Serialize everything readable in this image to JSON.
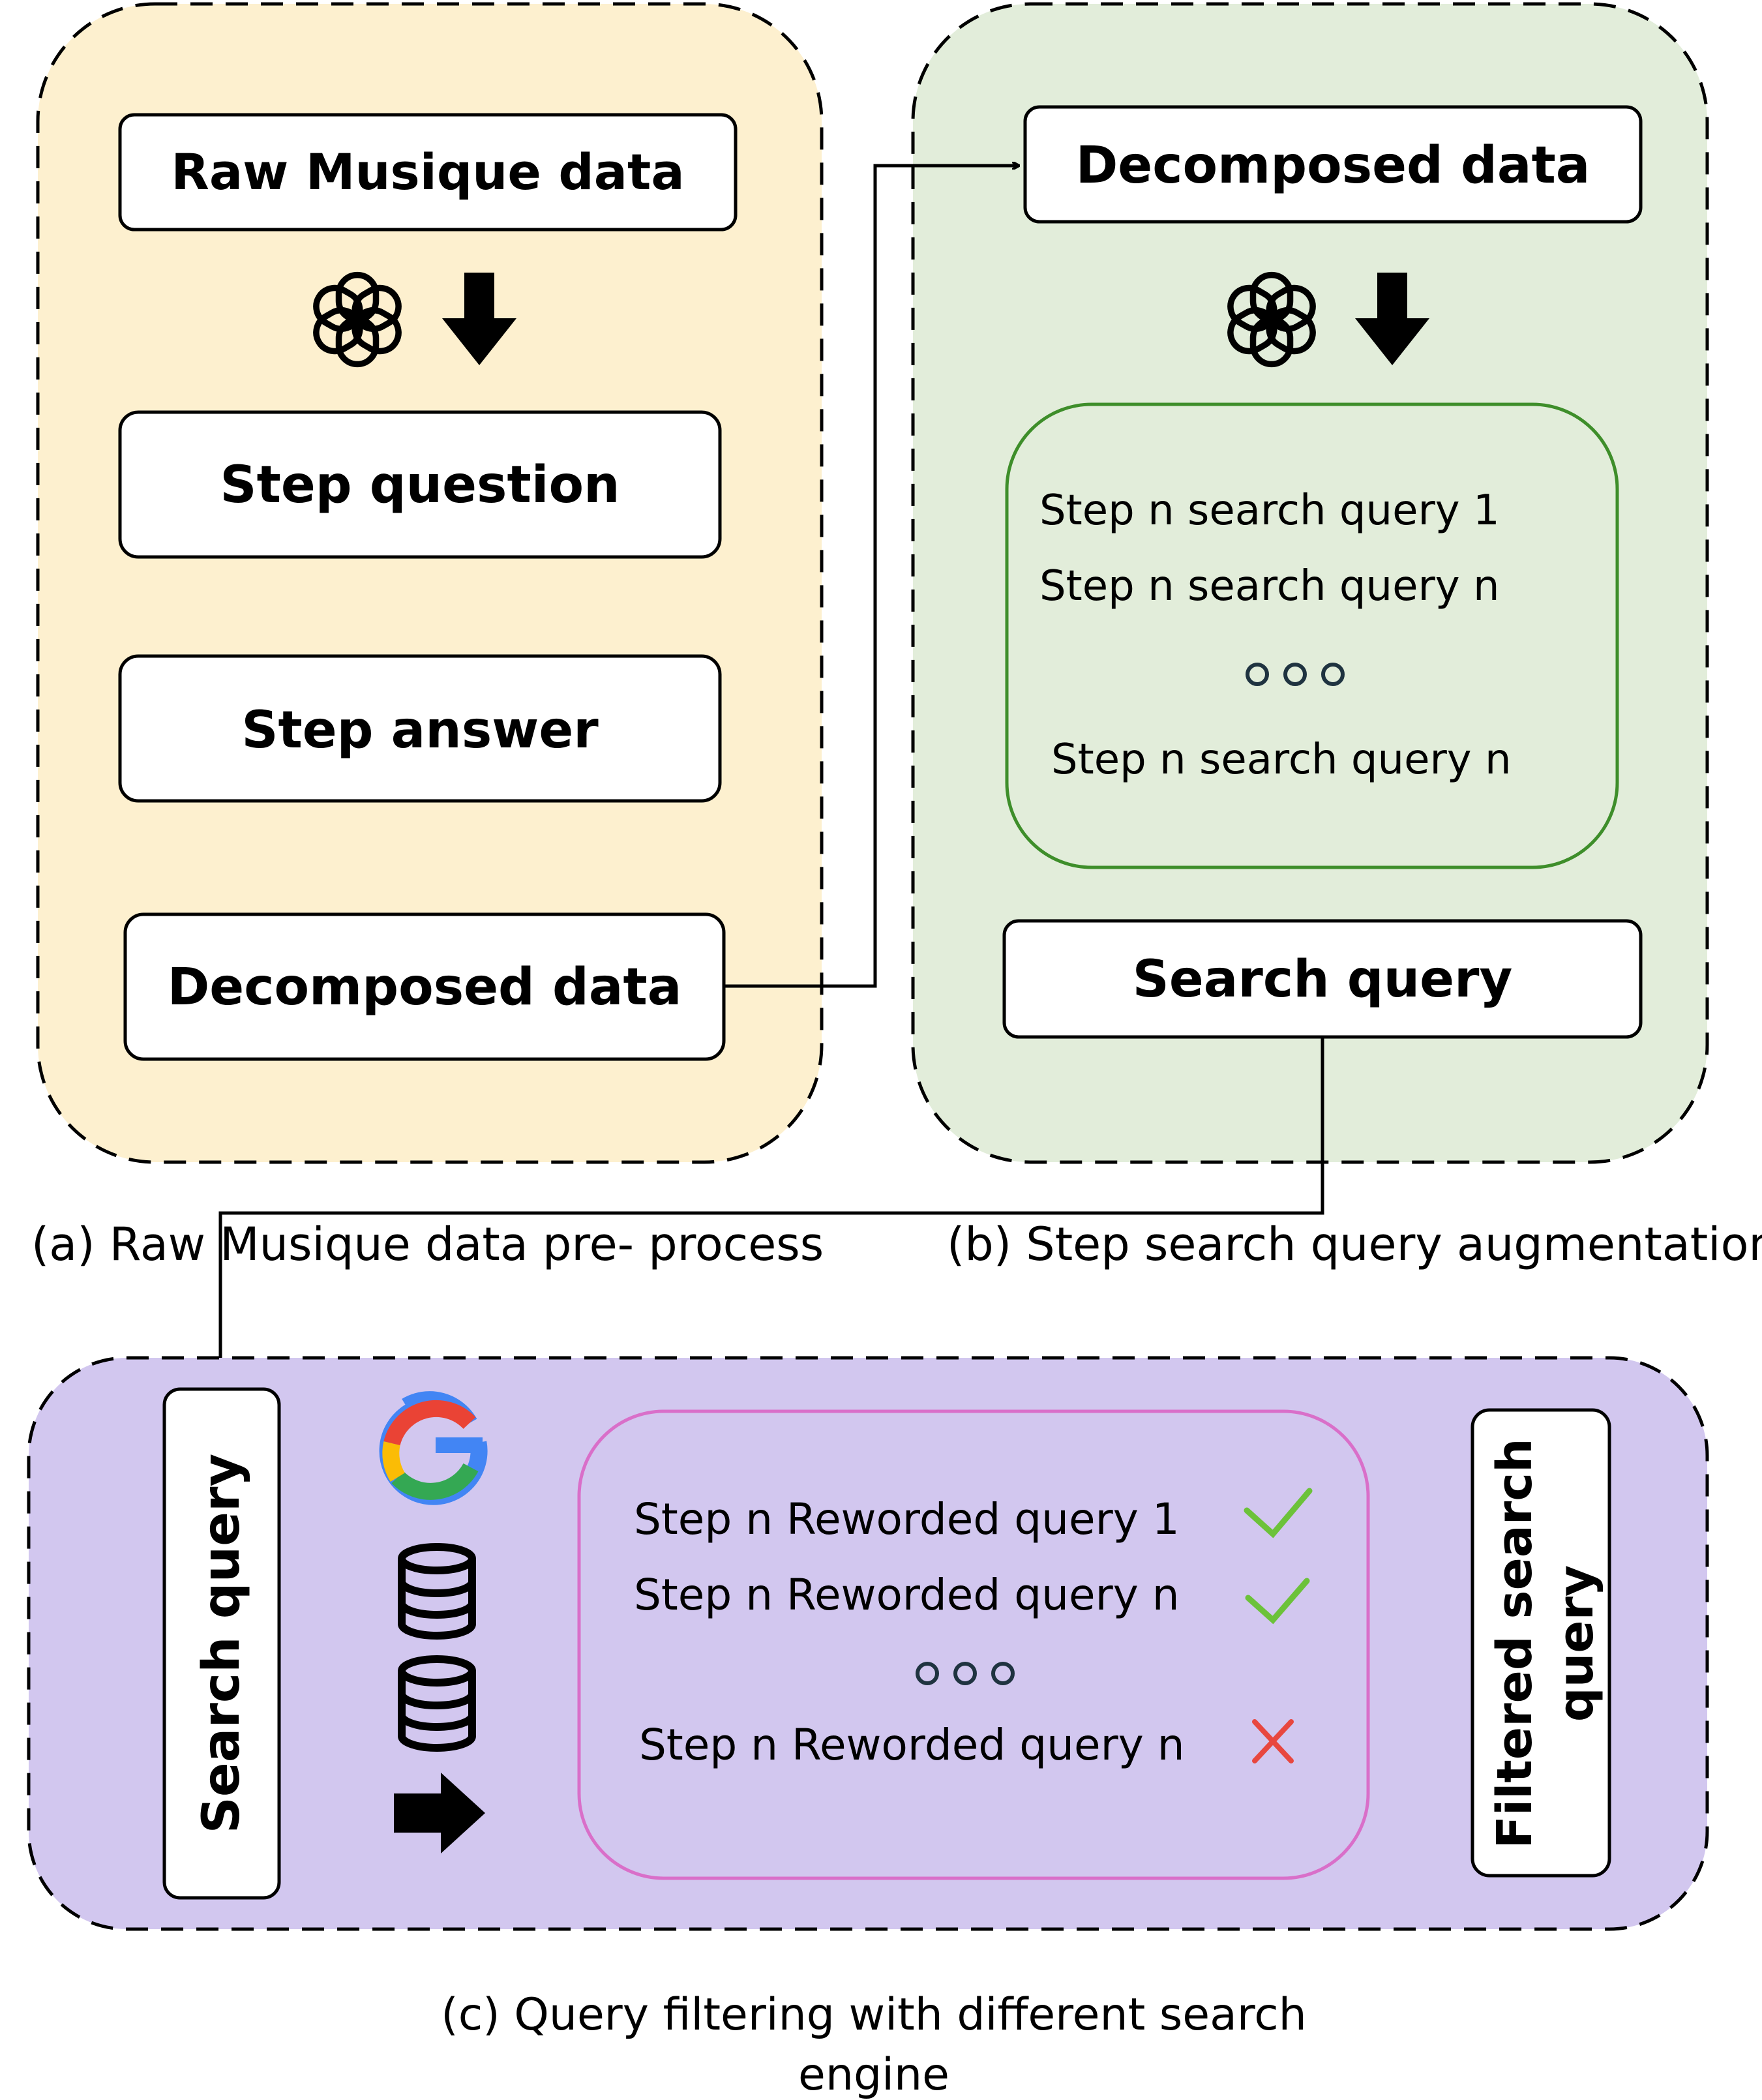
{
  "panel_a": {
    "caption": "(a) Raw Musique data pre- process",
    "box_raw": "Raw Musique data",
    "box_step_question": "Step question",
    "box_step_answer": "Step answer",
    "box_decomposed": "Decomposed data"
  },
  "panel_b": {
    "caption": "(b) Step search query augmentation",
    "box_decomposed": "Decomposed data",
    "queries": [
      "Step n search query 1",
      "Step n search query n",
      "Step n search query n"
    ],
    "box_search_query": "Search query"
  },
  "panel_c": {
    "caption_line1": "(c) Query filtering with different search",
    "caption_line2": "engine",
    "box_search_query": "Search query",
    "reworded": [
      {
        "text": "Step n Reworded query 1",
        "status": "check"
      },
      {
        "text": "Step n Reworded query n",
        "status": "check"
      },
      {
        "text": "Step n Reworded query n",
        "status": "cross"
      }
    ],
    "box_filtered_line1": "Filtered search",
    "box_filtered_line2": "query"
  },
  "icons": [
    "openai-logo-icon",
    "down-arrow-icon",
    "google-logo-icon",
    "database-icon",
    "right-arrow-icon",
    "check-icon",
    "cross-icon"
  ],
  "colors": {
    "panel_a_fill": "#FDF0CF",
    "panel_b_fill": "#E2EDDA",
    "panel_c_fill": "#D2C7EF",
    "inner_b_border": "#3E8E2A",
    "inner_c_border": "#D96FC9",
    "check": "#6CC23A",
    "cross": "#E8473F",
    "dots": "#1F3340"
  }
}
